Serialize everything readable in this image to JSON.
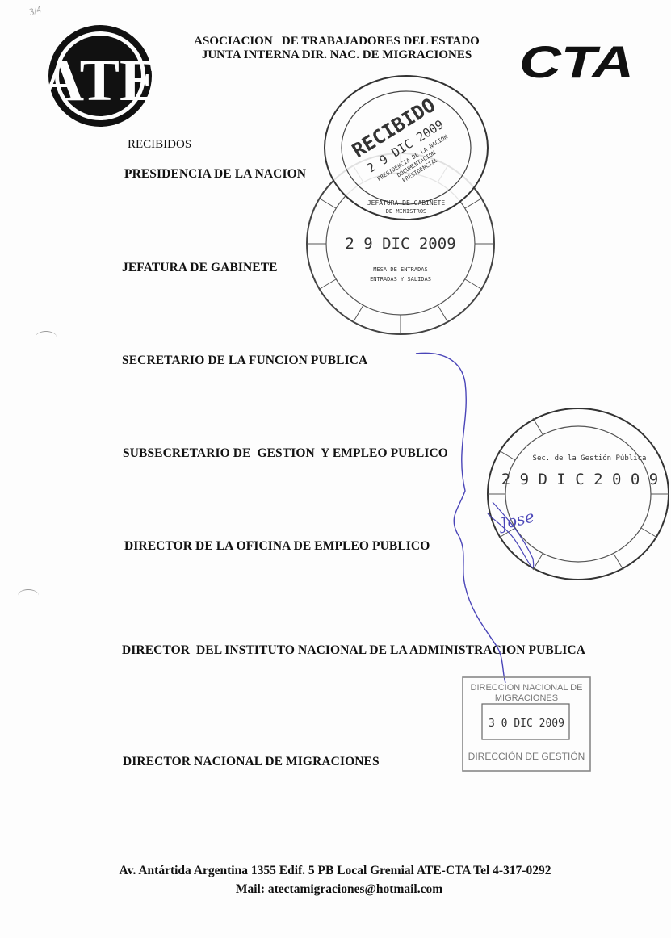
{
  "header": {
    "logo_left_text": "ATE",
    "line1": "ASOCIACION   DE TRABAJADORES DEL ESTADO",
    "line2": "JUNTA INTERNA DIR. NAC. DE MIGRACIONES",
    "logo_right_text": "CTA",
    "margin_scribble": "3/4"
  },
  "received_label": "RECIBIDOS",
  "recipients": [
    "PRESIDENCIA DE LA NACION",
    "JEFATURA DE GABINETE",
    "SECRETARIO DE LA FUNCION PUBLICA",
    "SUBSECRETARIO DE  GESTION  Y EMPLEO PUBLICO",
    "DIRECTOR DE LA OFICINA DE EMPLEO PUBLICO",
    "DIRECTOR  DEL INSTITUTO NACIONAL DE LA ADMINISTRACION PUBLICA",
    "DIRECTOR NACIONAL DE MIGRACIONES"
  ],
  "stamps": {
    "presidencia": {
      "title": "RECIBIDO",
      "date": "2 9  DIC  2009",
      "line1": "PRESIDENCIA DE LA NACION",
      "line2": "DOCUMENTACION",
      "line3": "PRESIDENCIAL",
      "line4": "JEFATURA DE GABINETE",
      "line5": "DE MINISTROS"
    },
    "jefatura": {
      "date": "2 9 DIC 2009",
      "line1": "MESA DE ENTRADAS",
      "line2": "ENTRADAS Y SALIDAS"
    },
    "gestion_publica": {
      "org": "Sec. de la Gestión Pública",
      "date": "2 9 D I C 2 0 0 9",
      "initials": "Jose"
    },
    "migraciones": {
      "line1": "DIRECCION NACIONAL DE",
      "line2": "MIGRACIONES",
      "date": "3 0  DIC  2009",
      "line3": "DIRECCIÓN DE GESTIÓN"
    }
  },
  "footer": {
    "address": "Av. Antártida Argentina 1355 Edif. 5 PB Local Gremial ATE-CTA Tel 4-317-0292",
    "mail": "Mail: atectamigraciones@hotmail.com"
  },
  "colors": {
    "ink": "#111111",
    "stamp": "#3a3a3a",
    "signature": "#4a45b8",
    "paper": "#fdfdfd"
  }
}
